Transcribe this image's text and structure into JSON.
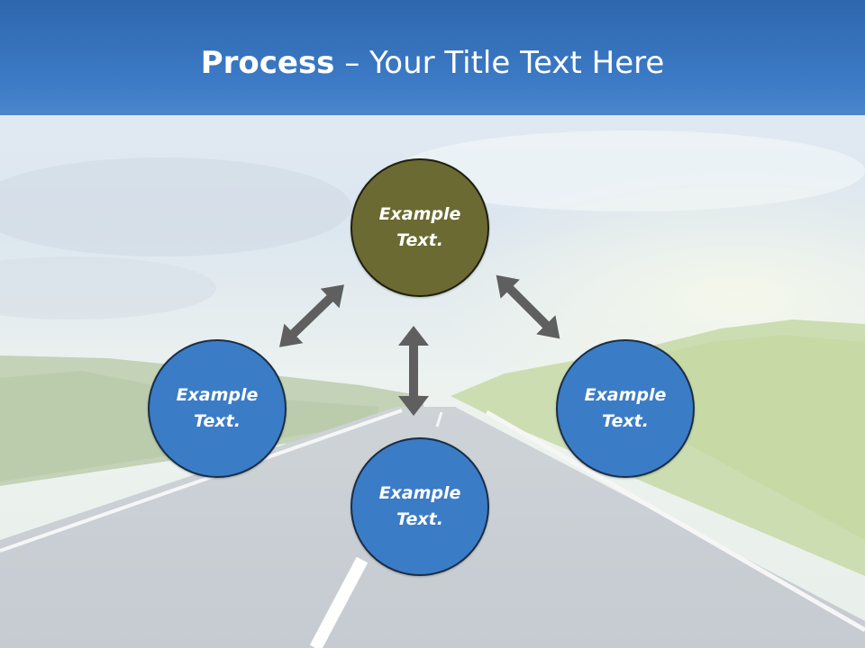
{
  "title": {
    "bold": "Process",
    "rest": " – Your Title Text Here"
  },
  "nodes": {
    "top": "Example\nText.",
    "left": "Example\nText.",
    "right": "Example\nText.",
    "bottom": "Example\nText."
  },
  "colors": {
    "title_bar": "#3c7ac6",
    "node_top": "#6a6a32",
    "node_blue": "#3b7cc6",
    "arrow": "#5f5f5f"
  }
}
